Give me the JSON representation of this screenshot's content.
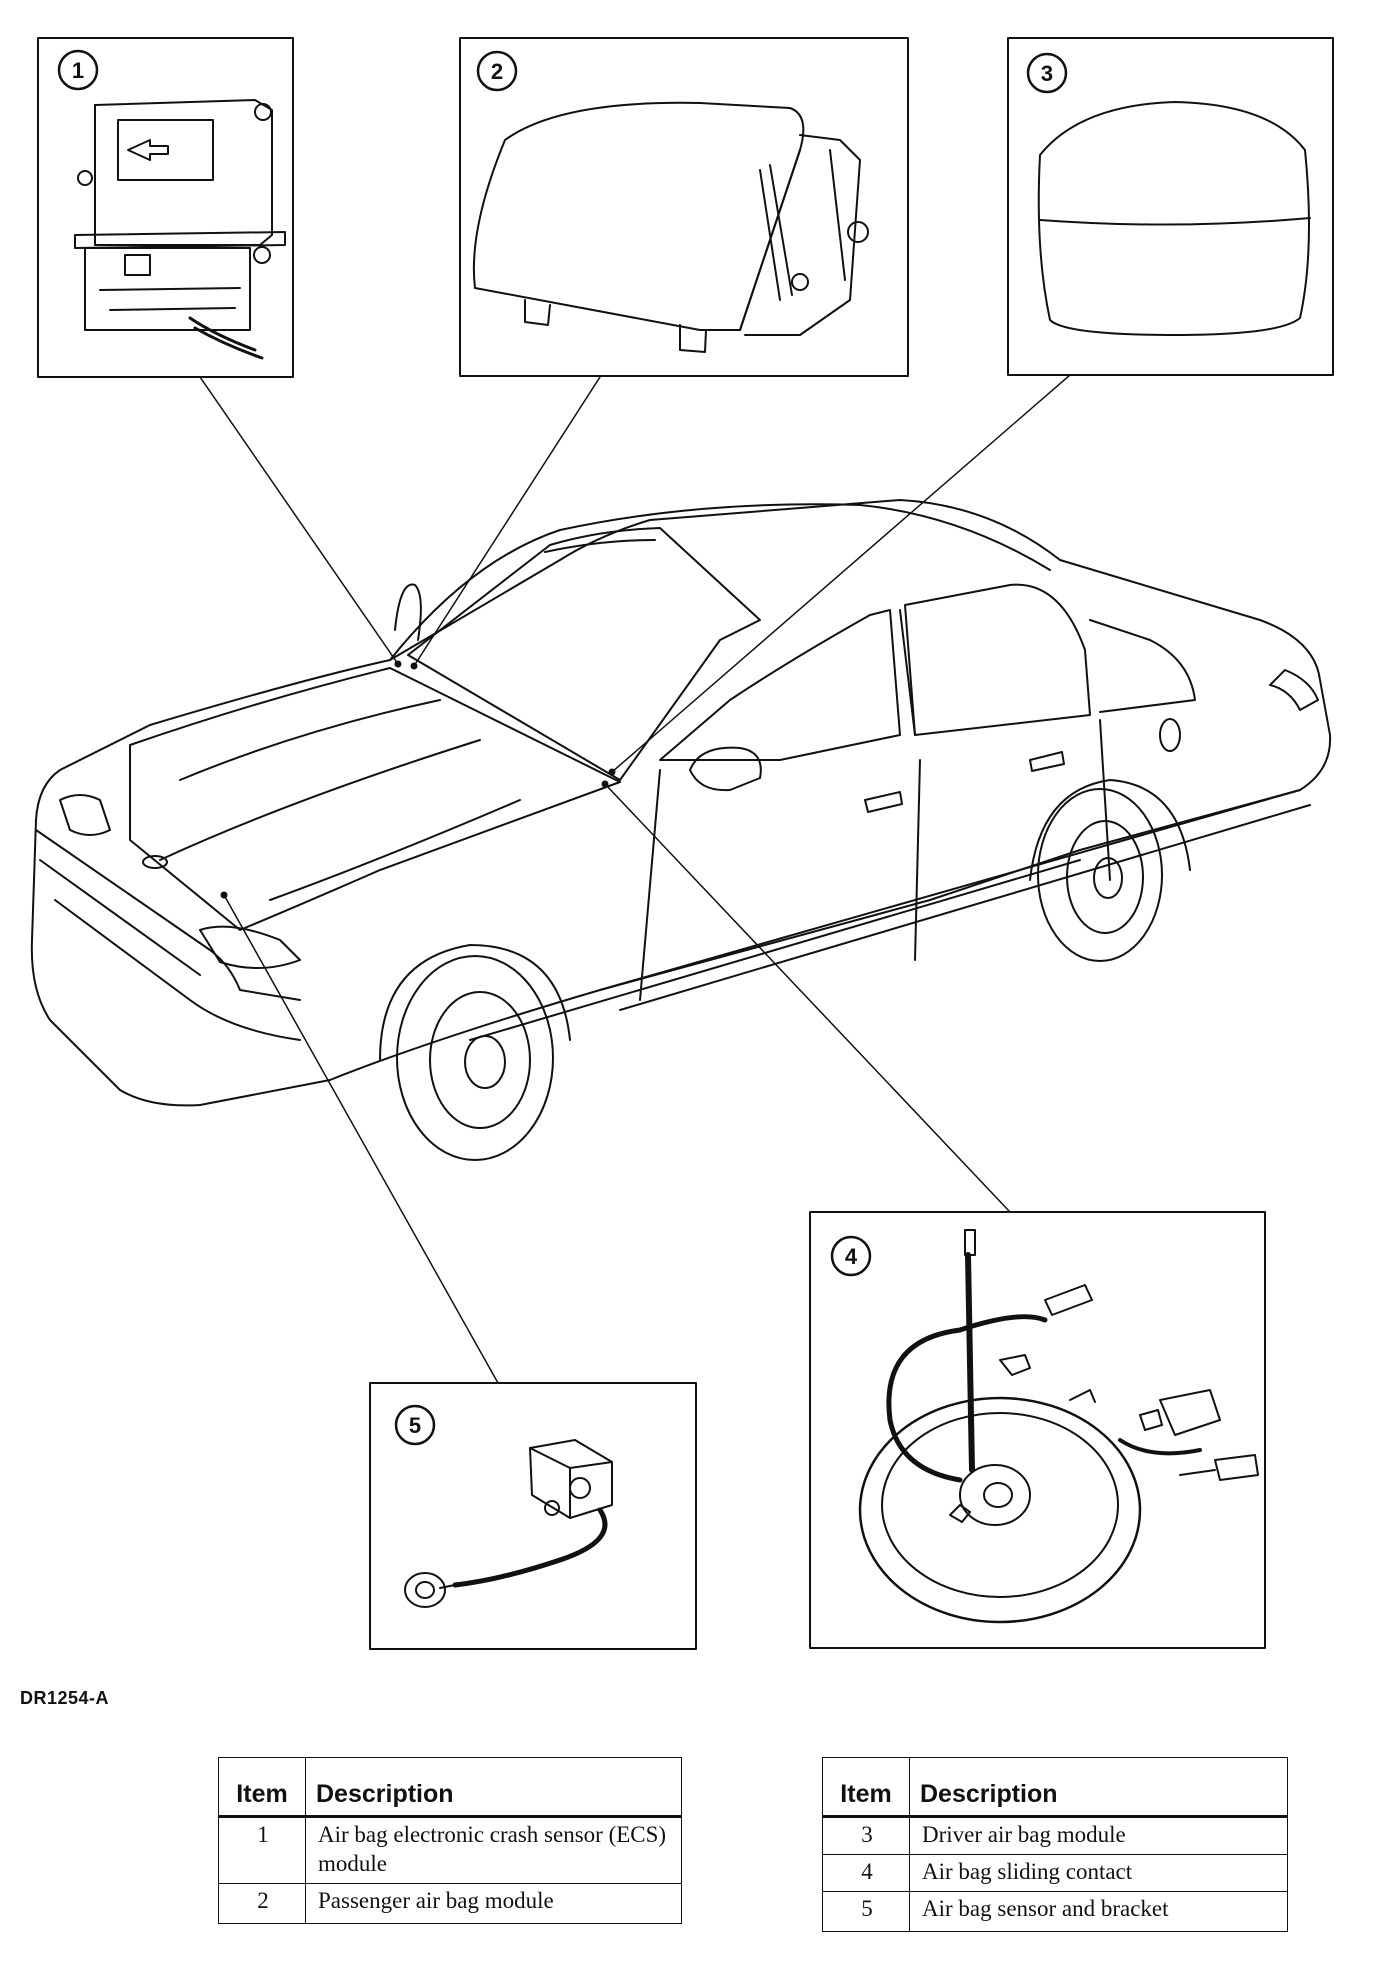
{
  "figure_id": "DR1254-A",
  "callouts": [
    "1",
    "2",
    "3",
    "4",
    "5"
  ],
  "legend_left": {
    "header_item": "Item",
    "header_description": "Description",
    "rows": [
      {
        "item": "1",
        "description": "Air bag electronic crash sensor (ECS) module"
      },
      {
        "item": "2",
        "description": "Passenger air bag module"
      }
    ]
  },
  "legend_right": {
    "header_item": "Item",
    "header_description": "Description",
    "rows": [
      {
        "item": "3",
        "description": "Driver air bag module"
      },
      {
        "item": "4",
        "description": "Air bag sliding contact"
      },
      {
        "item": "5",
        "description": "Air bag sensor and bracket"
      }
    ]
  }
}
